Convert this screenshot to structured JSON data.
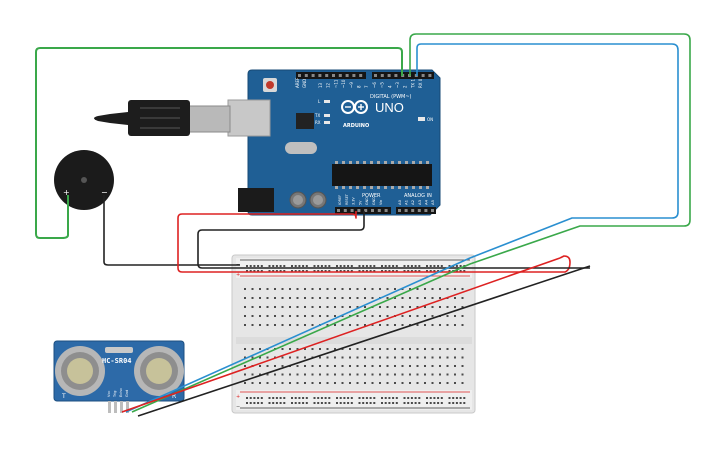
{
  "arduino": {
    "model": "UNO",
    "brand": "ARDUINO",
    "digital_label": "DIGITAL (PWM~)",
    "power_label": "POWER",
    "analog_label": "ANALOG IN",
    "on_label": "ON",
    "l_label": "L",
    "tx_label": "TX",
    "rx_label": "RX",
    "aref_label": "AREF",
    "gnd_label": "GND",
    "digital_pins": [
      "13",
      "12",
      "~11",
      "~10",
      "~9",
      "8",
      "7",
      "~6",
      "~5",
      "4",
      "~3",
      "2",
      "TX 1",
      "RX 0"
    ],
    "power_pins": [
      "IOREF",
      "RESET",
      "3.3V",
      "5V",
      "GND",
      "GND",
      "Vin"
    ],
    "analog_pins": [
      "A0",
      "A1",
      "A2",
      "A3",
      "A4",
      "A5"
    ]
  },
  "sensor": {
    "model": "HC-SR04",
    "pins": [
      "Vcc",
      "Trig",
      "Echo",
      "Gnd"
    ],
    "left_mark": "T",
    "right_mark": "R"
  },
  "buzzer": {
    "plus": "+",
    "minus": "−"
  },
  "breadboard": {
    "top_rail_labels": [
      "−",
      "+"
    ],
    "bottom_rail_labels": [
      "+",
      "−"
    ]
  },
  "colors": {
    "board": "#1f5f95",
    "wire_green": "#3aa84a",
    "wire_blue": "#2a8fd0",
    "wire_red": "#d22",
    "wire_black": "#222",
    "breadboard": "#e9e9e9",
    "sensor": "#2d6aa8"
  }
}
